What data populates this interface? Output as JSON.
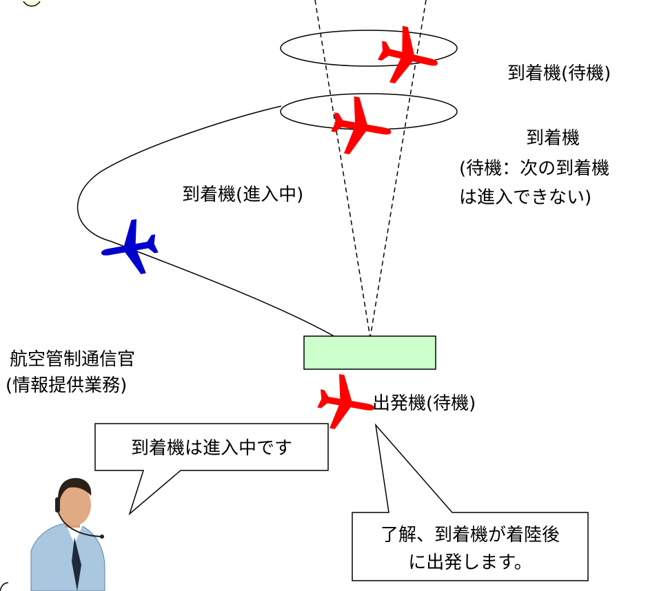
{
  "labels": {
    "arrival_holding": "到着機(待機)",
    "arrival_mid_line1": "到着機",
    "arrival_mid_line2": "(待機：次の到着機",
    "arrival_mid_line3": "は進入できない)",
    "arrival_approaching": "到着機(進入中)",
    "controller_line1": "航空管制通信官",
    "controller_line2": "(情報提供業務)",
    "departure": "出発機(待機)"
  },
  "bubbles": {
    "controller_speech": "到着機は進入中です",
    "pilot_reply_line1": "了解、到着機が着陸後",
    "pilot_reply_line2": "に出発します。"
  },
  "colors": {
    "arrival_plane": "#ff0000",
    "approach_plane": "#0000cc",
    "airport_box": "#ccffcc"
  }
}
